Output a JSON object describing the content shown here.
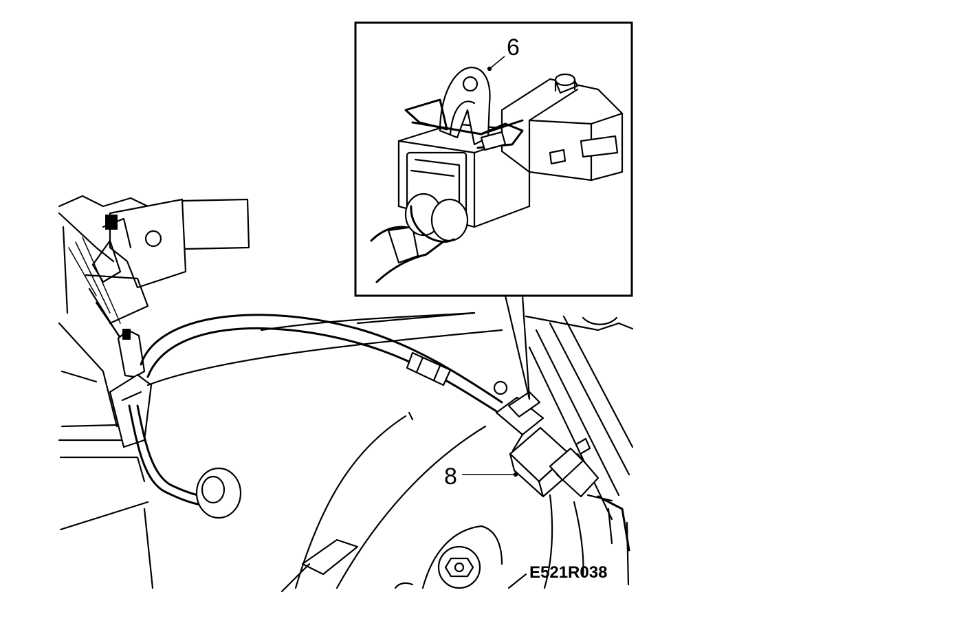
{
  "callouts": {
    "inset_part": "6",
    "main_part": "8"
  },
  "figure_code": "E521R038",
  "colors": {
    "line": "#000000",
    "background": "#ffffff"
  }
}
